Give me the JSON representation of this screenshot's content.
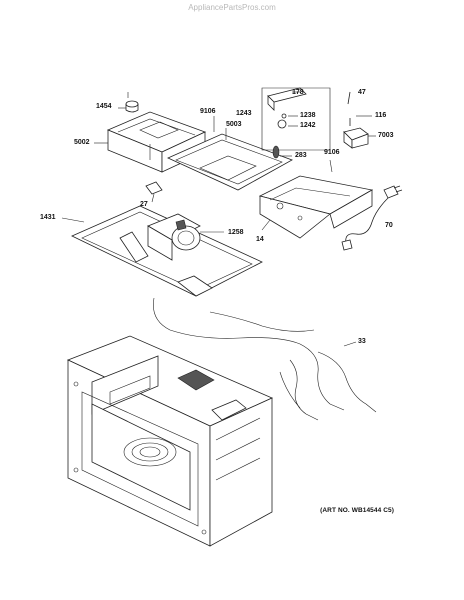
{
  "watermark": "AppliancePartsPros.com",
  "art_number": "(ART NO. WB14544 C5)",
  "callouts": [
    {
      "id": "c178",
      "text": "178"
    },
    {
      "id": "c47",
      "text": "47"
    },
    {
      "id": "c1454",
      "text": "1454"
    },
    {
      "id": "c9106a",
      "text": "9106"
    },
    {
      "id": "c1243",
      "text": "1243"
    },
    {
      "id": "c1238",
      "text": "1238"
    },
    {
      "id": "c116",
      "text": "116"
    },
    {
      "id": "c5003",
      "text": "5003"
    },
    {
      "id": "c1242",
      "text": "1242"
    },
    {
      "id": "c7003",
      "text": "7003"
    },
    {
      "id": "c5002",
      "text": "5002"
    },
    {
      "id": "c283",
      "text": "283"
    },
    {
      "id": "c9106b",
      "text": "9106"
    },
    {
      "id": "c27",
      "text": "27"
    },
    {
      "id": "c1431",
      "text": "1431"
    },
    {
      "id": "c1258",
      "text": "1258"
    },
    {
      "id": "c14",
      "text": "14"
    },
    {
      "id": "c70",
      "text": "70"
    },
    {
      "id": "c33",
      "text": "33"
    }
  ]
}
